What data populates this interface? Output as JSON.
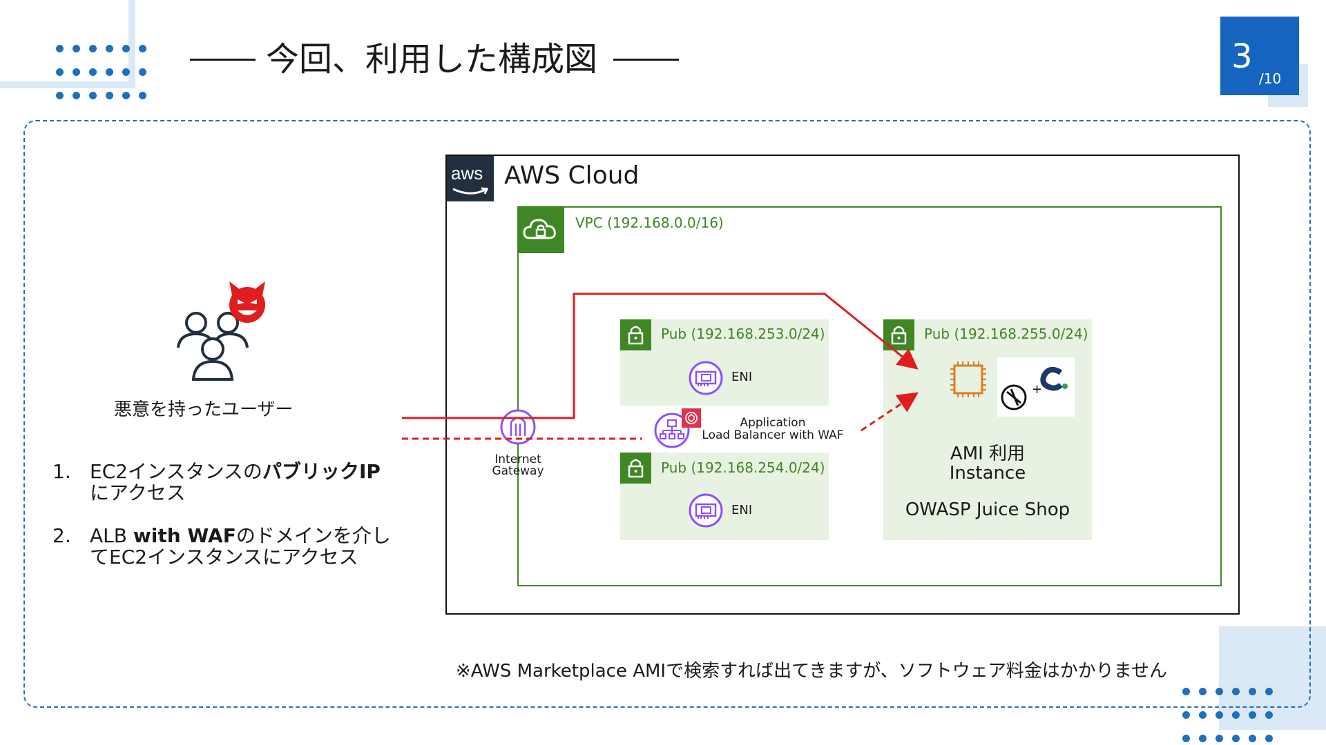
{
  "slide": {
    "title": "今回、利用した構成図",
    "page_number": "3",
    "page_total": "/10"
  },
  "diagram": {
    "aws_cloud_label": "AWS Cloud",
    "aws_logo_text": "aws",
    "vpc_label": "VPC (192.168.0.0/16)",
    "subnet_1_label": "Pub (192.168.253.0/24)",
    "subnet_2_label": "Pub (192.168.254.0/24)",
    "subnet_3_label": "Pub (192.168.255.0/24)",
    "eni_label_1": "ENI",
    "eni_label_2": "ENI",
    "alb_label_line1": "Application",
    "alb_label_line2": "Load Balancer with WAF",
    "igw_label_line1": "Internet",
    "igw_label_line2": "Gateway",
    "instance_line1": "AMI 利用",
    "instance_line2": "Instance",
    "instance_app": "OWASP Juice Shop",
    "user_label": "悪意を持ったユーザー",
    "colors": {
      "aws_dark": "#232f3e",
      "vpc_green": "#3f8624",
      "subnet_bg": "#e8f2e3",
      "attack_red": "#e01e1e",
      "accent_blue": "#1565c0",
      "alb_purple": "#8c4fff",
      "ec2_orange": "#e07b1a"
    },
    "icons": [
      "aws-logo-icon",
      "vpc-cloud-lock-icon",
      "subnet-lock-icon",
      "eni-icon",
      "alb-icon",
      "waf-icon",
      "igw-icon",
      "ec2-chip-icon",
      "owasp-logo-icon",
      "users-icon",
      "devil-icon"
    ]
  },
  "steps": [
    {
      "number": "1.",
      "line1_pre": "EC2インスタンスの",
      "line1_bold": "パブリックIP",
      "line2": "にアクセス"
    },
    {
      "number": "2.",
      "line1_pre": "ALB ",
      "line1_bold1": "with WAF",
      "line1_post": "のドメインを介し",
      "line2": "てEC2インスタンスにアクセス"
    }
  ],
  "footnote": "※AWS Marketplace AMIで検索すれば出てきますが、ソフトウェア料金はかかりません"
}
